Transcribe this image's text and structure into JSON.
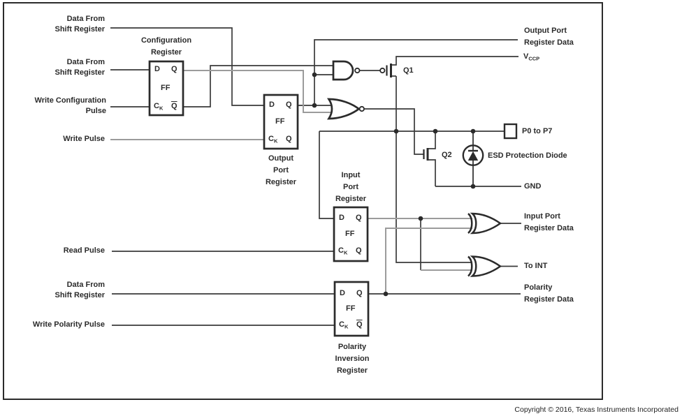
{
  "colors": {
    "ink": "#2b2b2b",
    "wire_black": "#3a3a3a",
    "wire_gray": "#9b9b9b",
    "background": "#ffffff"
  },
  "left_labels": [
    {
      "line1": "Data From",
      "line2": "Shift Register"
    },
    {
      "line1": "Data From",
      "line2": "Shift Register"
    },
    {
      "line1": "Write Configuration",
      "line2": "Pulse"
    },
    {
      "line1": "Write Pulse"
    },
    {
      "line1": "Read Pulse"
    },
    {
      "line1": "Data From",
      "line2": "Shift Register"
    },
    {
      "line1": "Write Polarity Pulse"
    }
  ],
  "right_labels": {
    "output_port_register_data": {
      "line1": "Output Port",
      "line2": "Register Data"
    },
    "vccp": {
      "main": "V",
      "sub": "CCP"
    },
    "p0_to_p7": "P0 to P7",
    "esd": "ESD Protection Diode",
    "gnd": "GND",
    "input_port_register_data": {
      "line1": "Input Port",
      "line2": "Register Data"
    },
    "to_int": "To INT",
    "polarity_register_data": {
      "line1": "Polarity",
      "line2": "Register Data"
    }
  },
  "registers": {
    "configuration": {
      "title1": "Configuration",
      "title2": "Register",
      "d": "D",
      "q": "Q",
      "ff": "FF",
      "c": "C",
      "k": "K",
      "qb": "Q"
    },
    "output": {
      "title1": "Output",
      "title2": "Port",
      "title3": "Register",
      "d": "D",
      "q": "Q",
      "ff": "FF",
      "c": "C",
      "k": "K",
      "qb": "Q"
    },
    "input": {
      "title1": "Input",
      "title2": "Port",
      "title3": "Register",
      "d": "D",
      "q": "Q",
      "ff": "FF",
      "c": "C",
      "k": "K",
      "qb": "Q"
    },
    "polarity": {
      "title1": "Polarity",
      "title2": "Inversion",
      "title3": "Register",
      "d": "D",
      "q": "Q",
      "ff": "FF",
      "c": "C",
      "k": "K",
      "qb": "Q"
    }
  },
  "transistors": {
    "q1": "Q1",
    "q2": "Q2"
  },
  "copyright": "Copyright © 2016, Texas Instruments Incorporated"
}
